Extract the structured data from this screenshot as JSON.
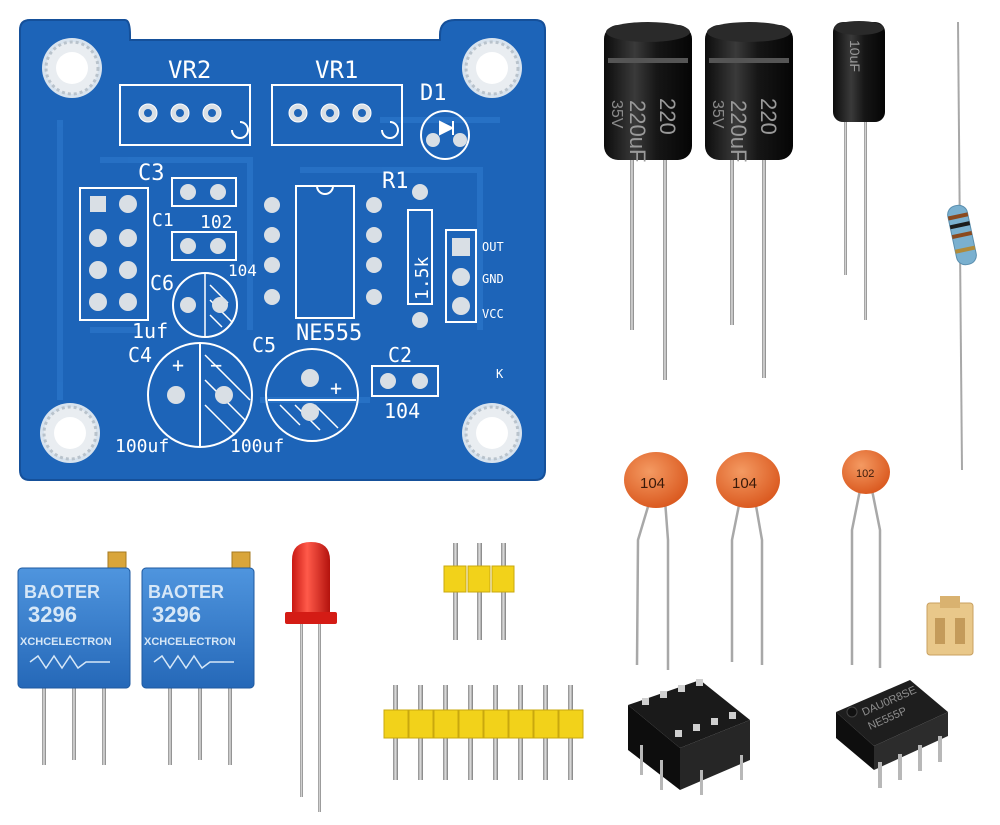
{
  "pcb": {
    "board_color": "#1d64b8",
    "silkscreen": {
      "vr2": "VR2",
      "vr1": "VR1",
      "d1": "D1",
      "c3": "C3",
      "r1": "R1",
      "c1": "C1",
      "c1_value": "102",
      "c6": "C6",
      "c6_value": "104",
      "r1_value": "1.5k",
      "out": "OUT",
      "gnd": "GND",
      "vcc": "VCC",
      "c4_value": "1uf",
      "c4": "C4",
      "c5": "C5",
      "ic": "NE555",
      "c2": "C2",
      "c2_value": "104",
      "k": "K",
      "c4_cap": "100uf",
      "c5_cap": "100uf"
    }
  },
  "electrolytic_capacitors": [
    {
      "label_top": "220uF",
      "label_mid": "220",
      "label_v": "35V"
    },
    {
      "label_top": "220uF",
      "label_mid": "220",
      "label_v": "35V"
    },
    {
      "label_top": "10uF"
    }
  ],
  "ceramic_capacitors": [
    {
      "label": "104"
    },
    {
      "label": "104"
    },
    {
      "label": "102"
    }
  ],
  "potentiometers": [
    {
      "brand": "BAOTER",
      "model": "3296",
      "maker": "XCHCELECTRON"
    },
    {
      "brand": "BAOTER",
      "model": "3296",
      "maker": "XCHCELECTRON"
    }
  ],
  "ic_chip": {
    "line1": "DAU0R8SE",
    "line2": "NE555P"
  },
  "colors": {
    "led": "#e8231c",
    "ceramic": "#e8692c",
    "trimmer": "#2f7fd0",
    "header_plastic": "#f2d21a",
    "jumper": "#e9c88a"
  }
}
